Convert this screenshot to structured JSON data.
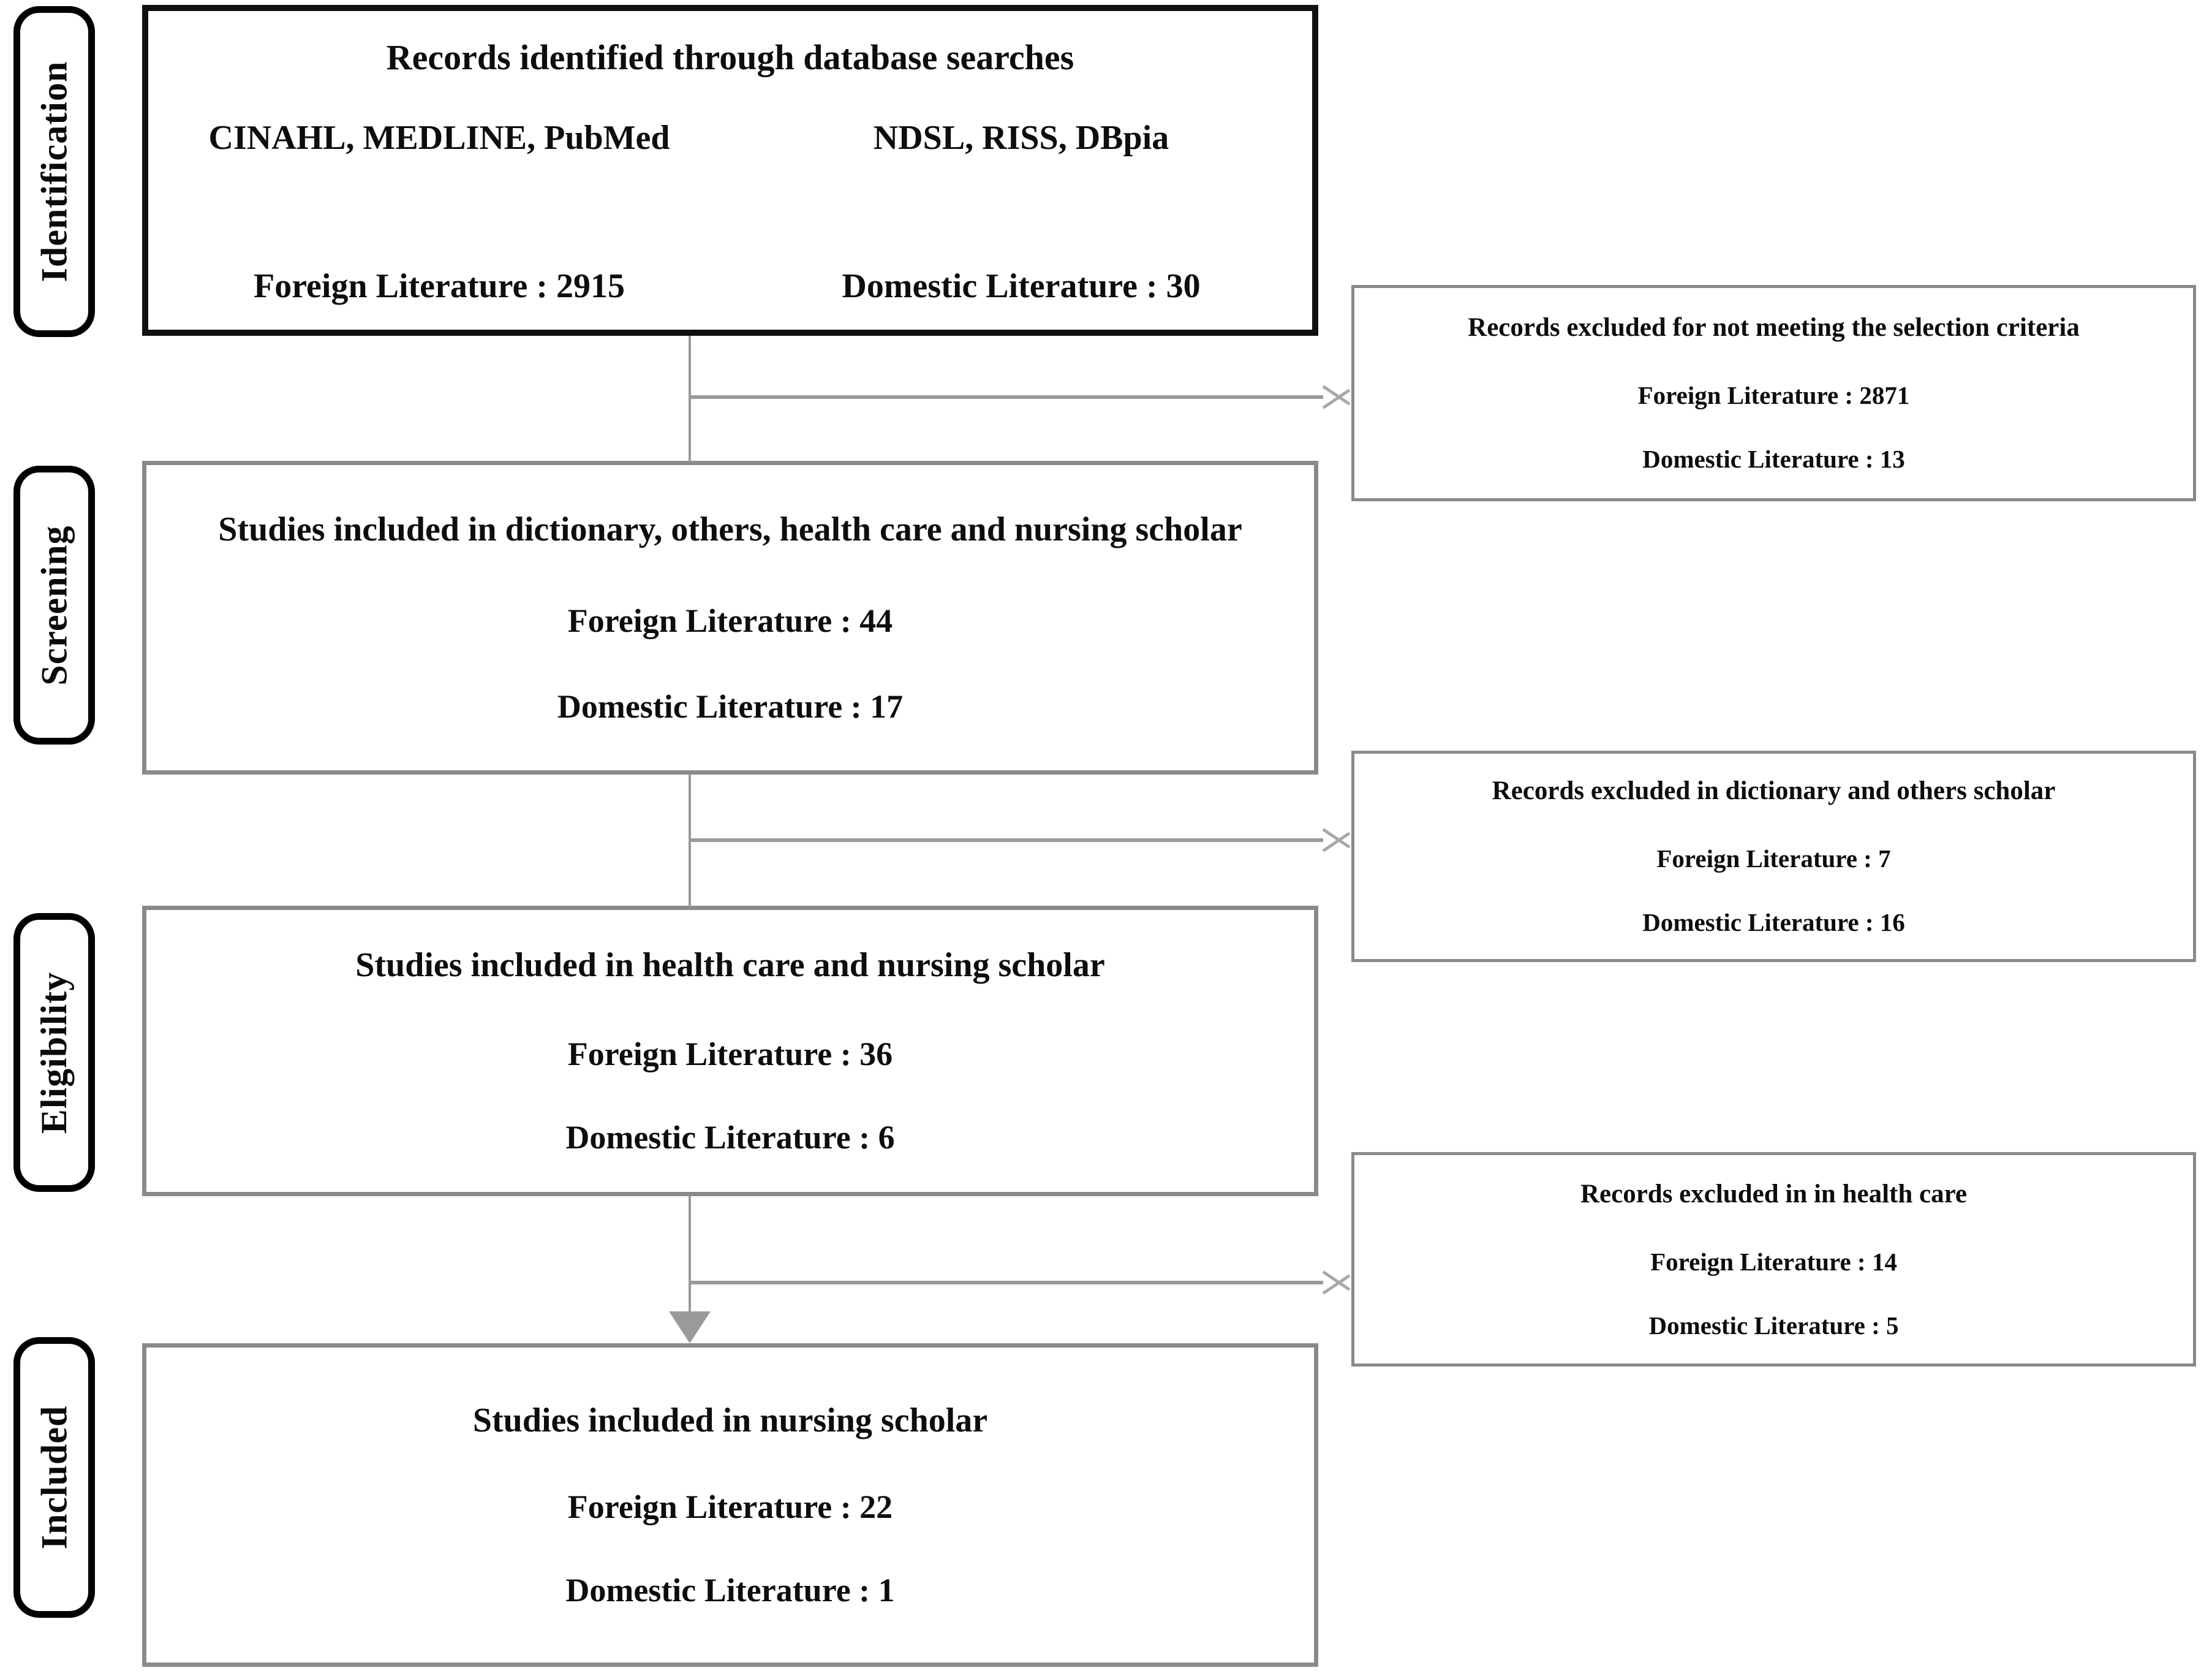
{
  "diagram": {
    "title": "PRISMA study selection flow diagram",
    "colors": {
      "strong_border": "#101010",
      "soft_border": "#8a8a8a",
      "connector": "#9a9a9a",
      "text": "#0d0d0d",
      "background": "#ffffff"
    }
  },
  "stages": [
    {
      "id": "identification",
      "label": "Identification"
    },
    {
      "id": "screening",
      "label": "Screening"
    },
    {
      "id": "eligibility",
      "label": "Eligibility"
    },
    {
      "id": "included",
      "label": "Included"
    }
  ],
  "flow_boxes": {
    "identification": {
      "title": "Records identified through database searches",
      "columns": [
        {
          "sources": "CINAHL, MEDLINE, PubMed",
          "count_line": "Foreign Literature : 2915"
        },
        {
          "sources": "NDSL, RISS, DBpia",
          "count_line": "Domestic Literature : 30"
        }
      ]
    },
    "screening": {
      "title": "Studies included in dictionary, others, health care and nursing scholar",
      "foreign": "Foreign Literature : 44",
      "domestic": "Domestic Literature : 17"
    },
    "eligibility": {
      "title": "Studies included in health care and nursing scholar",
      "foreign": "Foreign Literature : 36",
      "domestic": "Domestic Literature : 6"
    },
    "included": {
      "title": "Studies included in nursing scholar",
      "foreign": "Foreign Literature : 22",
      "domestic": "Domestic Literature : 1"
    }
  },
  "excluded_boxes": [
    {
      "id": "excluded-selection-criteria",
      "title": "Records excluded for not meeting the selection criteria",
      "foreign": "Foreign Literature : 2871",
      "domestic": "Domestic Literature : 13"
    },
    {
      "id": "excluded-dictionary-others",
      "title": "Records excluded in dictionary and others scholar",
      "foreign": "Foreign Literature : 7",
      "domestic": "Domestic Literature : 16"
    },
    {
      "id": "excluded-health-care",
      "title": "Records excluded in in health care",
      "foreign": "Foreign Literature : 14",
      "domestic": "Domestic Literature : 5"
    }
  ]
}
